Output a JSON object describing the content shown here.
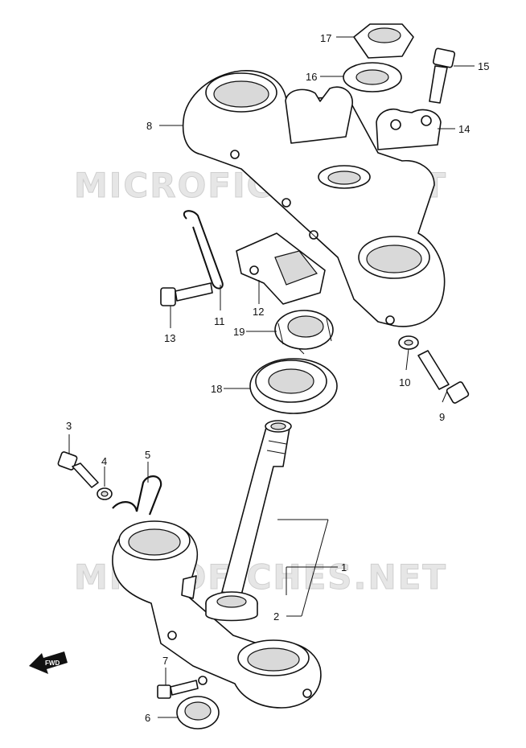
{
  "watermark": "MICROFICHES.NET",
  "fwd_label": "FWD",
  "parts": [
    {
      "id": "p1",
      "number": "1"
    },
    {
      "id": "p2",
      "number": "2"
    },
    {
      "id": "p3",
      "number": "3"
    },
    {
      "id": "p4",
      "number": "4"
    },
    {
      "id": "p5",
      "number": "5"
    },
    {
      "id": "p6",
      "number": "6"
    },
    {
      "id": "p7",
      "number": "7"
    },
    {
      "id": "p8",
      "number": "8"
    },
    {
      "id": "p9",
      "number": "9"
    },
    {
      "id": "p10",
      "number": "10"
    },
    {
      "id": "p11",
      "number": "11"
    },
    {
      "id": "p12",
      "number": "12"
    },
    {
      "id": "p13",
      "number": "13"
    },
    {
      "id": "p14",
      "number": "14"
    },
    {
      "id": "p15",
      "number": "15"
    },
    {
      "id": "p16",
      "number": "16"
    },
    {
      "id": "p17",
      "number": "17"
    },
    {
      "id": "p18",
      "number": "18"
    },
    {
      "id": "p19",
      "number": "19"
    }
  ]
}
